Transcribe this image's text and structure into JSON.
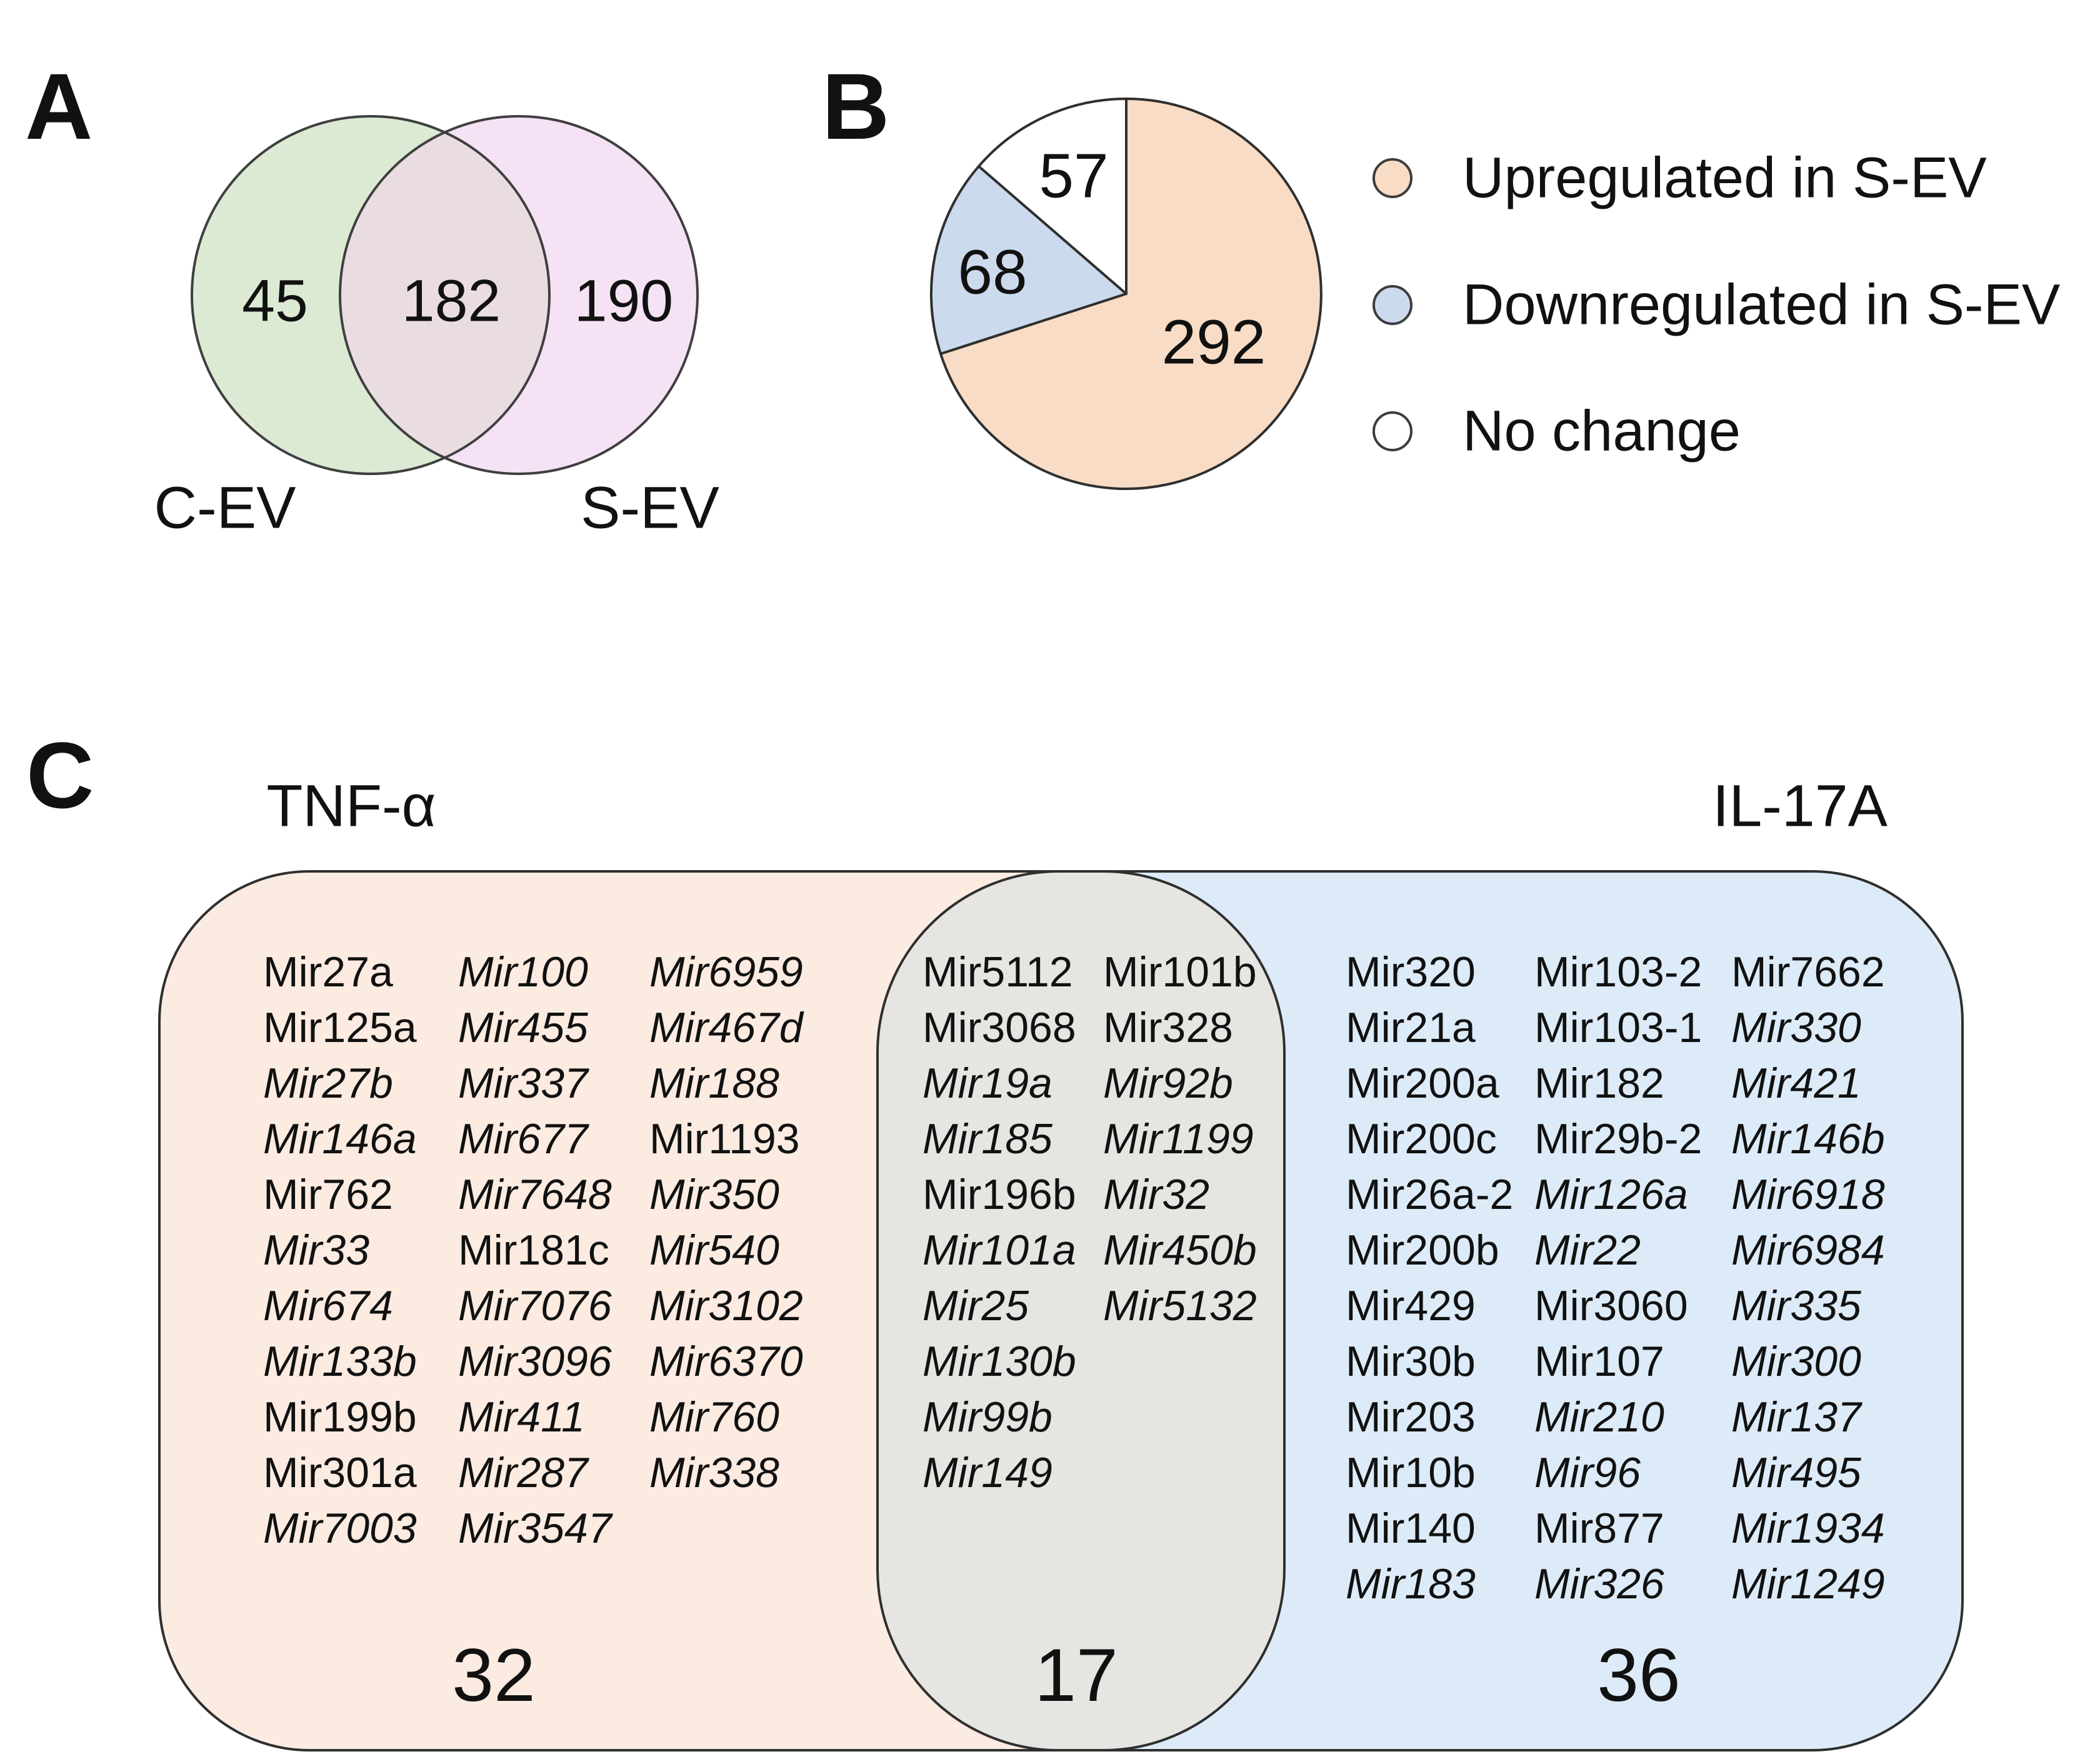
{
  "panels": {
    "A": {
      "label": "A",
      "venn": {
        "left_label": "C-EV",
        "right_label": "S-EV",
        "left_count": "45",
        "overlap_count": "182",
        "right_count": "190"
      }
    },
    "B": {
      "label": "B",
      "pie_values": {
        "upregulated": "292",
        "downregulated": "68",
        "no_change": "57"
      },
      "legend": [
        {
          "label": "Upregulated in S-EV",
          "color": "#f8dcc5"
        },
        {
          "label": "Downregulated in S-EV",
          "color": "#cbdaec"
        },
        {
          "label": "No change",
          "color": "#ffffff"
        }
      ]
    },
    "C": {
      "label": "C",
      "left_title": "TNF-α",
      "right_title": "IL-17A",
      "left_count": "32",
      "mid_count": "17",
      "right_count": "36",
      "tnf_col1": [
        {
          "n": "Mir27a",
          "it": false
        },
        {
          "n": "Mir125a",
          "it": false
        },
        {
          "n": "Mir27b",
          "it": true
        },
        {
          "n": "Mir146a",
          "it": true
        },
        {
          "n": "Mir762",
          "it": false
        },
        {
          "n": "Mir33",
          "it": true
        },
        {
          "n": "Mir674",
          "it": true
        },
        {
          "n": "Mir133b",
          "it": true
        },
        {
          "n": "Mir199b",
          "it": false
        },
        {
          "n": "Mir301a",
          "it": false
        },
        {
          "n": "Mir7003",
          "it": true
        }
      ],
      "tnf_col2": [
        {
          "n": "Mir100",
          "it": true
        },
        {
          "n": "Mir455",
          "it": true
        },
        {
          "n": "Mir337",
          "it": true
        },
        {
          "n": "Mir677",
          "it": true
        },
        {
          "n": "Mir7648",
          "it": true
        },
        {
          "n": "Mir181c",
          "it": false
        },
        {
          "n": "Mir7076",
          "it": true
        },
        {
          "n": "Mir3096",
          "it": true
        },
        {
          "n": "Mir411",
          "it": true
        },
        {
          "n": "Mir287",
          "it": true
        },
        {
          "n": "Mir3547",
          "it": true
        }
      ],
      "tnf_col3": [
        {
          "n": "Mir6959",
          "it": true
        },
        {
          "n": "Mir467d",
          "it": true
        },
        {
          "n": "Mir188",
          "it": true
        },
        {
          "n": "Mir1193",
          "it": false
        },
        {
          "n": "Mir350",
          "it": true
        },
        {
          "n": "Mir540",
          "it": true
        },
        {
          "n": "Mir3102",
          "it": true
        },
        {
          "n": "Mir6370",
          "it": true
        },
        {
          "n": "Mir760",
          "it": true
        },
        {
          "n": "Mir338",
          "it": true
        }
      ],
      "shared_col1": [
        {
          "n": "Mir5112",
          "it": false
        },
        {
          "n": "Mir3068",
          "it": false
        },
        {
          "n": "Mir19a",
          "it": true
        },
        {
          "n": "Mir185",
          "it": true
        },
        {
          "n": "Mir196b",
          "it": false
        },
        {
          "n": "Mir101a",
          "it": true
        },
        {
          "n": "Mir25",
          "it": true
        },
        {
          "n": "Mir130b",
          "it": true
        },
        {
          "n": "Mir99b",
          "it": true
        },
        {
          "n": "Mir149",
          "it": true
        }
      ],
      "shared_col2": [
        {
          "n": "Mir101b",
          "it": false
        },
        {
          "n": "Mir328",
          "it": false
        },
        {
          "n": "Mir92b",
          "it": true
        },
        {
          "n": "Mir1199",
          "it": true
        },
        {
          "n": "Mir32",
          "it": true
        },
        {
          "n": "Mir450b",
          "it": true
        },
        {
          "n": "Mir5132",
          "it": true
        }
      ],
      "il_col1": [
        {
          "n": "Mir320",
          "it": false
        },
        {
          "n": "Mir21a",
          "it": false
        },
        {
          "n": "Mir200a",
          "it": false
        },
        {
          "n": "Mir200c",
          "it": false
        },
        {
          "n": "Mir26a-2",
          "it": false
        },
        {
          "n": "Mir200b",
          "it": false
        },
        {
          "n": "Mir429",
          "it": false
        },
        {
          "n": "Mir30b",
          "it": false
        },
        {
          "n": "Mir203",
          "it": false
        },
        {
          "n": "Mir10b",
          "it": false
        },
        {
          "n": "Mir140",
          "it": false
        },
        {
          "n": "Mir183",
          "it": true
        }
      ],
      "il_col2": [
        {
          "n": "Mir103-2",
          "it": false
        },
        {
          "n": "Mir103-1",
          "it": false
        },
        {
          "n": "Mir182",
          "it": false
        },
        {
          "n": "Mir29b-2",
          "it": false
        },
        {
          "n": "Mir126a",
          "it": true
        },
        {
          "n": "Mir22",
          "it": true
        },
        {
          "n": "Mir3060",
          "it": false
        },
        {
          "n": "Mir107",
          "it": false
        },
        {
          "n": "Mir210",
          "it": true
        },
        {
          "n": "Mir96",
          "it": true
        },
        {
          "n": "Mir877",
          "it": false
        },
        {
          "n": "Mir326",
          "it": true
        }
      ],
      "il_col3": [
        {
          "n": "Mir7662",
          "it": false
        },
        {
          "n": "Mir330",
          "it": true
        },
        {
          "n": "Mir421",
          "it": true
        },
        {
          "n": "Mir146b",
          "it": true
        },
        {
          "n": "Mir6918",
          "it": true
        },
        {
          "n": "Mir6984",
          "it": true
        },
        {
          "n": "Mir335",
          "it": true
        },
        {
          "n": "Mir300",
          "it": true
        },
        {
          "n": "Mir137",
          "it": true
        },
        {
          "n": "Mir495",
          "it": true
        },
        {
          "n": "Mir1934",
          "it": true
        },
        {
          "n": "Mir1249",
          "it": true
        }
      ]
    }
  },
  "colors": {
    "venn_green": "#dcead3",
    "venn_pink": "#f5e2f4",
    "venn_overlap": "#eadde2",
    "pie_upregulated": "#f8dcc5",
    "pie_downregulated": "#cbdaec",
    "pie_no_change": "#ffffff",
    "c_tnf_fill": "#fcebe1",
    "c_shared_fill": "#e7e5e2",
    "c_il_fill": "#dcebf7",
    "outline": "#2f2f2f"
  },
  "chart_data": [
    {
      "id": "panel_A",
      "type": "venn",
      "sets": [
        "C-EV",
        "S-EV"
      ],
      "regions": [
        {
          "region": "C-EV only",
          "value": 45
        },
        {
          "region": "C-EV ∩ S-EV",
          "value": 182
        },
        {
          "region": "S-EV only",
          "value": 190
        }
      ]
    },
    {
      "id": "panel_B",
      "type": "pie",
      "labels": [
        "Upregulated in S-EV",
        "Downregulated in S-EV",
        "No change"
      ],
      "values": [
        292,
        68,
        57
      ],
      "colors": [
        "#f8dcc5",
        "#cbdaec",
        "#ffffff"
      ],
      "start_angle_deg_clockwise_from_top": 0,
      "direction": "clockwise",
      "legend_position": "right"
    },
    {
      "id": "panel_C",
      "type": "venn",
      "sets": [
        "TNF-α",
        "IL-17A"
      ],
      "regions": [
        {
          "region": "TNF-α only",
          "value": 32
        },
        {
          "region": "TNF-α ∩ IL-17A",
          "value": 17
        },
        {
          "region": "IL-17A only",
          "value": 36
        }
      ],
      "members": {
        "tnf_only": [
          "Mir27a",
          "Mir125a",
          "Mir27b",
          "Mir146a",
          "Mir762",
          "Mir33",
          "Mir674",
          "Mir133b",
          "Mir199b",
          "Mir301a",
          "Mir7003",
          "Mir100",
          "Mir455",
          "Mir337",
          "Mir677",
          "Mir7648",
          "Mir181c",
          "Mir7076",
          "Mir3096",
          "Mir411",
          "Mir287",
          "Mir3547",
          "Mir6959",
          "Mir467d",
          "Mir188",
          "Mir1193",
          "Mir350",
          "Mir540",
          "Mir3102",
          "Mir6370",
          "Mir760",
          "Mir338"
        ],
        "shared": [
          "Mir5112",
          "Mir3068",
          "Mir19a",
          "Mir185",
          "Mir196b",
          "Mir101a",
          "Mir25",
          "Mir130b",
          "Mir99b",
          "Mir149",
          "Mir101b",
          "Mir328",
          "Mir92b",
          "Mir1199",
          "Mir32",
          "Mir450b",
          "Mir5132"
        ],
        "il17a_only": [
          "Mir320",
          "Mir21a",
          "Mir200a",
          "Mir200c",
          "Mir26a-2",
          "Mir200b",
          "Mir429",
          "Mir30b",
          "Mir203",
          "Mir10b",
          "Mir140",
          "Mir183",
          "Mir103-2",
          "Mir103-1",
          "Mir182",
          "Mir29b-2",
          "Mir126a",
          "Mir22",
          "Mir3060",
          "Mir107",
          "Mir210",
          "Mir96",
          "Mir877",
          "Mir326",
          "Mir7662",
          "Mir330",
          "Mir421",
          "Mir146b",
          "Mir6918",
          "Mir6984",
          "Mir335",
          "Mir300",
          "Mir137",
          "Mir495",
          "Mir1934",
          "Mir1249"
        ]
      }
    }
  ]
}
